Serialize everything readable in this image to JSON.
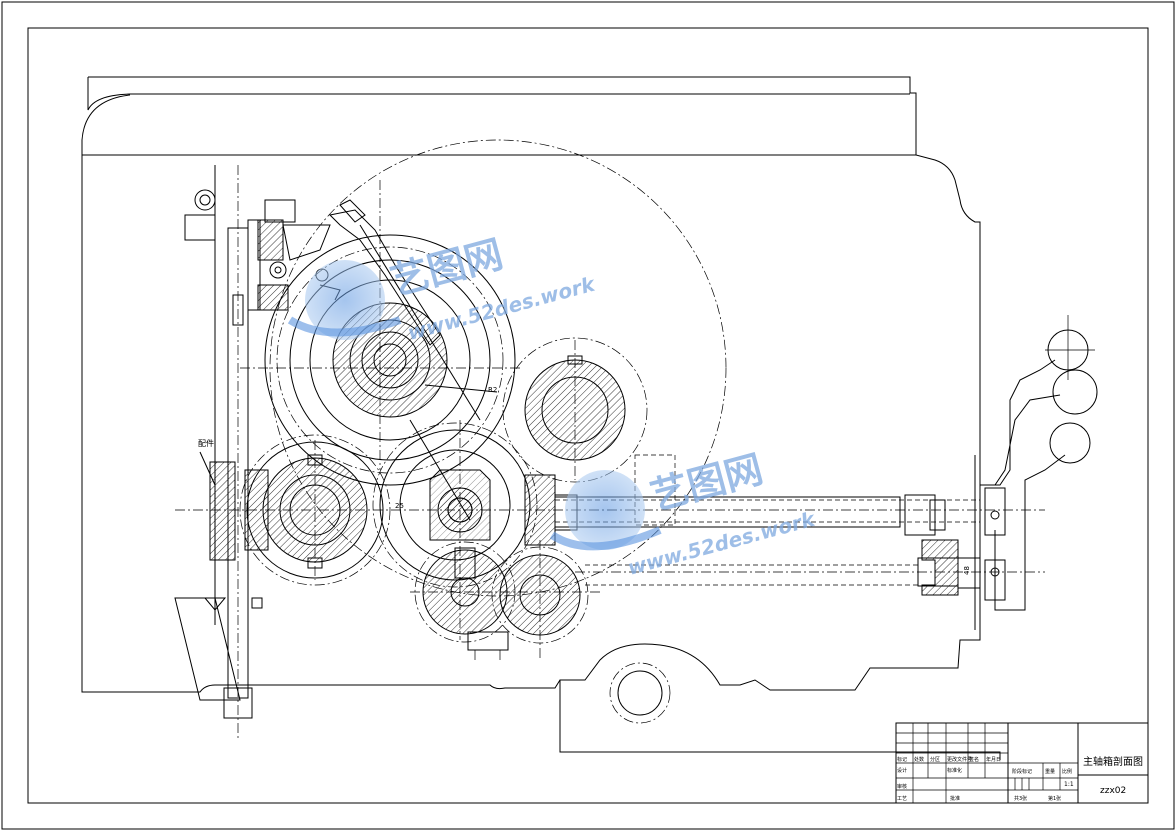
{
  "drawing": {
    "part_label": "配件",
    "dim_a": "R2",
    "dim_b": "25",
    "dim_c": "48"
  },
  "watermark": {
    "logo_text": "艺图网",
    "url": "www.52des.work"
  },
  "title_block": {
    "title": "主轴箱剖面图",
    "code": "zzx02",
    "scale": "1:1",
    "sheet_total": "共3张",
    "sheet_no": "第1张",
    "col_stage": "阶段标记",
    "col_weight": "重量",
    "col_scale": "比例",
    "row_design": "设计",
    "row_process": "工艺",
    "row_review": "审核",
    "row_approve": "批准",
    "row_mark": "标记",
    "row_count": "处数",
    "row_zone": "分区",
    "row_doc": "更改文件号",
    "row_sign": "签名",
    "row_date": "年月日",
    "row_std": "标准化"
  }
}
